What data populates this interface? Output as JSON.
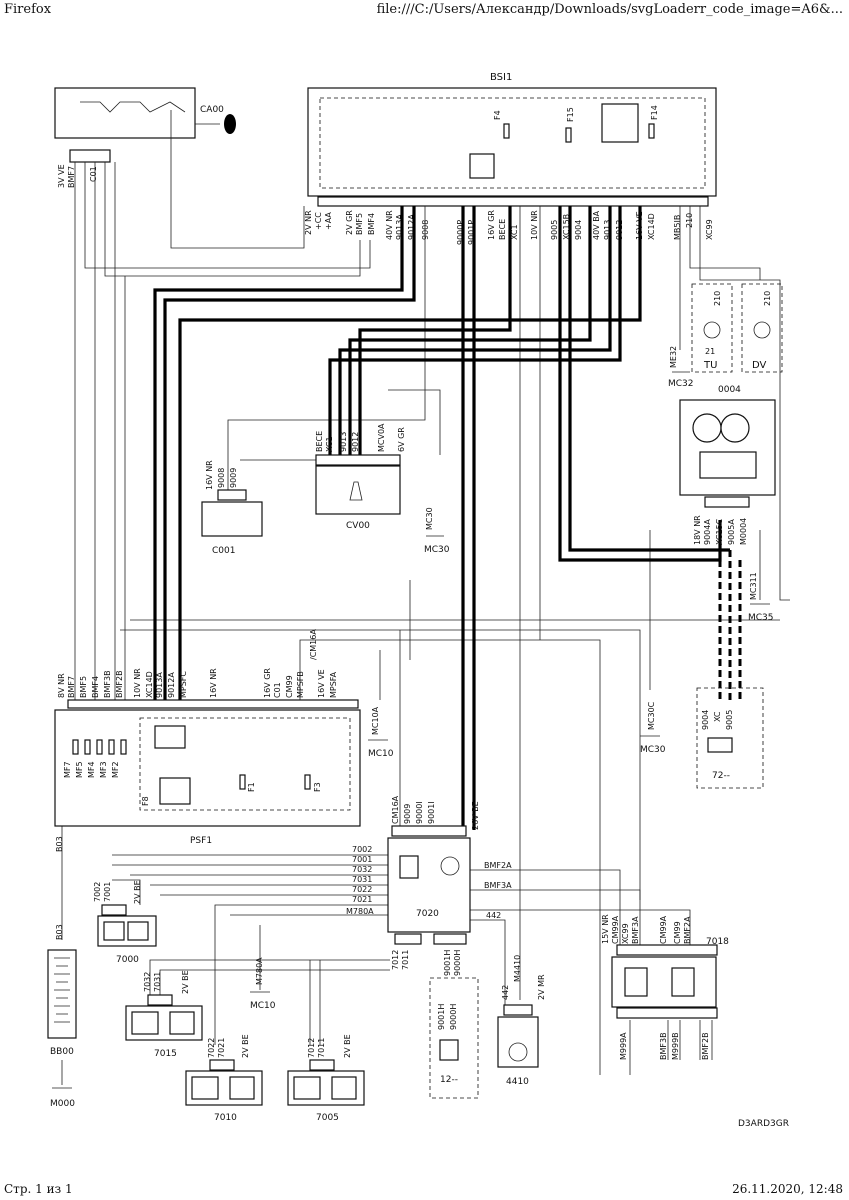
{
  "browser": {
    "app_name": "Firefox",
    "url": "file:///C:/Users/Александр/Downloads/svgLoaderr_code_image=A6&...",
    "page_counter": "Стр. 1 из 1",
    "datetime": "26.11.2020, 12:48"
  },
  "diagram": {
    "code": "D3ARD3GR",
    "components": {
      "bsi": "BSI1",
      "ignition": "CA00",
      "psf": "PSF1",
      "battery": "BB00",
      "horn": "CV00",
      "c001": "C001",
      "ecu": "7020",
      "sensor_7000": "7000",
      "sensor_7015": "7015",
      "sensor_7010": "7010",
      "sensor_7005": "7005",
      "switch_4410": "4410",
      "relay_7018": "7018",
      "panel_0004": "0004",
      "diag_72": "72--",
      "diag_12": "12--"
    },
    "grounds": {
      "m000": "M000",
      "mc10a": "MC10",
      "mc10b": "MC10",
      "mc30a": "MC30",
      "mc30b": "MC30",
      "mc32": "MC32",
      "mc35": "MC35"
    },
    "labels": {
      "ca00_conn": "3V VE",
      "ca00_bmf": "BMF7",
      "ca00_c01": "C01",
      "bsi_conn1": "2V NR",
      "bsi_cc": "+CC",
      "bsi_aa": "+AA",
      "bsi_conn2": "2V GR",
      "bsi_bmf5": "BMF5",
      "bsi_bmf4": "BMF4",
      "bsi_40vnr": "40V NR",
      "bsi_9013a": "9013A",
      "bsi_9012a": "9012A",
      "bsi_9008": "9008",
      "bsi_9000p": "9000P",
      "bsi_9001p": "9001P",
      "bsi_16vgr": "16V GR",
      "bsi_bece": "BECE",
      "bsi_xc1": "XC1",
      "bsi_10vnr": "10V NR",
      "bsi_9005": "9005",
      "bsi_xc15b": "XC15B",
      "bsi_9004": "9004",
      "bsi_40vba": "40V BA",
      "bsi_9013": "9013",
      "bsi_9012": "9012",
      "bsi_16vve": "16V VE",
      "bsi_xc14d": "XC14D",
      "bsi_mb5ib": "MB5IB",
      "bsi_210": "210",
      "bsi_xc99": "XC99",
      "f4": "F4",
      "f15": "F15",
      "f14": "F14",
      "tu": "TU",
      "dv": "DV",
      "w210": "210",
      "w21": "21",
      "me32": "ME32",
      "cv_bece": "BECE",
      "cv_xc1": "XC1",
      "cv_9013": "9013",
      "cv_9012": "9012",
      "cv_mcv0a": "MCV0A",
      "cv_6vgr": "6V GR",
      "c001_16vnr": "16V NR",
      "c001_9008": "9008",
      "c001_9009": "9009",
      "p_18vnr": "18V NR",
      "p_9004a": "9004A",
      "p_xc15c": "XC15C",
      "p_9005a": "9005A",
      "p_m0004": "M0004",
      "mc311": "MC311",
      "mc30c": "MC30C",
      "d72_9004": "9004",
      "d72_xc": "XC",
      "d72_9005": "9005",
      "psf_8vnr": "8V NR",
      "psf_bmf7": "BMF7",
      "psf_bmf5": "BMF5",
      "psf_bmf4": "BMF4",
      "psf_bmf3b": "BMF3B",
      "psf_bmf2b": "BMF2B",
      "psf_10vnr": "10V NR",
      "psf_xc14d": "XC14D",
      "psf_9013a": "9013A",
      "psf_9012a": "9012A",
      "psf_mpsfc": "MPSFC",
      "psf_16vnr": "16V NR",
      "psf_16vgr": "16V GR",
      "psf_c01": "C01",
      "psf_cm99": "CM99",
      "psf_mpsfb": "MPSFB",
      "psf_cm16a": "/CM16A",
      "psf_16vve": "16V VE",
      "psf_mpsfa": "MPSFA",
      "mf7": "MF7",
      "mf5": "MF5",
      "mf4": "MF4",
      "mf3": "MF3",
      "mf2": "MF2",
      "f8": "F8",
      "f1": "F1",
      "f3": "F3",
      "mc10a": "MC10A",
      "b03a": "B03",
      "b03b": "B03",
      "ecu_cm16a": "CM16A",
      "ecu_9009": "9009",
      "ecu_9000i": "9000I",
      "ecu_9001i": "9001I",
      "ecu_26vbe": "26V BE",
      "w7002": "7002",
      "w7001": "7001",
      "w7032": "7032",
      "w7031": "7031",
      "w7022": "7022",
      "w7021": "7021",
      "m780a": "M780A",
      "bmf2a": "BMF2A",
      "bmf3a": "BMF3A",
      "w442": "442",
      "w7012": "7012",
      "w7011": "7011",
      "w9001h": "9001H",
      "w9000h": "9000H",
      "m4410": "M4410",
      "c2vmr": "2V MR",
      "s7000_c": "2V BE",
      "s7015_c": "2V BE",
      "s7010_c": "2V BE",
      "s7005_c": "2V BE",
      "r_15vnr": "15V NR",
      "r_cm99a": "CM99A",
      "r_xc99": "XC99",
      "r_bmf3a": "BMF3A",
      "r_cm99a2": "CM99A",
      "r_cm99": "CM99",
      "r_bmf2a": "BMF2A",
      "r_m999a": "M999A",
      "r_bmf3b": "BMF3B",
      "r_m999b": "M999B",
      "r_bmf2b": "BMF2B",
      "m780a_g": "M780A"
    }
  }
}
